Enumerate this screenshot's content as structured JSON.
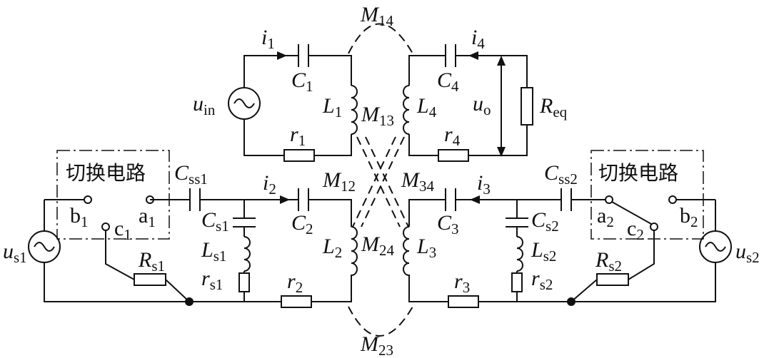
{
  "diagram": {
    "switch_left_title": "切换电路",
    "switch_right_title": "切换电路",
    "labels": {
      "M14": {
        "m": "M",
        "s": "14"
      },
      "M23": {
        "m": "M",
        "s": "23"
      },
      "M13": {
        "m": "M",
        "s": "13"
      },
      "M12": {
        "m": "M",
        "s": "12"
      },
      "M34": {
        "m": "M",
        "s": "34"
      },
      "M24": {
        "m": "M",
        "s": "24"
      },
      "i1": {
        "m": "i",
        "s": "1"
      },
      "i2": {
        "m": "i",
        "s": "2"
      },
      "i3": {
        "m": "i",
        "s": "3"
      },
      "i4": {
        "m": "i",
        "s": "4"
      },
      "C1": {
        "m": "C",
        "s": "1"
      },
      "C2": {
        "m": "C",
        "s": "2"
      },
      "C3": {
        "m": "C",
        "s": "3"
      },
      "C4": {
        "m": "C",
        "s": "4"
      },
      "L1": {
        "m": "L",
        "s": "1"
      },
      "L2": {
        "m": "L",
        "s": "2"
      },
      "L3": {
        "m": "L",
        "s": "3"
      },
      "L4": {
        "m": "L",
        "s": "4"
      },
      "r1": {
        "m": "r",
        "s": "1"
      },
      "r2": {
        "m": "r",
        "s": "2"
      },
      "r3": {
        "m": "r",
        "s": "3"
      },
      "r4": {
        "m": "r",
        "s": "4"
      },
      "uin": {
        "m": "u",
        "s": "in"
      },
      "uo": {
        "m": "u",
        "s": "o"
      },
      "Req": {
        "m": "R",
        "s": "eq"
      },
      "Css1": {
        "m": "C",
        "s": "ss1"
      },
      "Css2": {
        "m": "C",
        "s": "ss2"
      },
      "Cs1": {
        "m": "C",
        "s": "s1"
      },
      "Cs2": {
        "m": "C",
        "s": "s2"
      },
      "Ls1": {
        "m": "L",
        "s": "s1"
      },
      "Ls2": {
        "m": "L",
        "s": "s2"
      },
      "rs1": {
        "m": "r",
        "s": "s1"
      },
      "rs2": {
        "m": "r",
        "s": "s2"
      },
      "Rs1": {
        "m": "R",
        "s": "s1"
      },
      "Rs2": {
        "m": "R",
        "s": "s2"
      },
      "us1": {
        "m": "u",
        "s": "s1"
      },
      "us2": {
        "m": "u",
        "s": "s2"
      },
      "a1": {
        "m": "a",
        "s": "1"
      },
      "b1": {
        "m": "b",
        "s": "1"
      },
      "c1": {
        "m": "c",
        "s": "1"
      },
      "a2": {
        "m": "a",
        "s": "2"
      },
      "b2": {
        "m": "b",
        "s": "2"
      },
      "c2": {
        "m": "c",
        "s": "2"
      }
    }
  }
}
